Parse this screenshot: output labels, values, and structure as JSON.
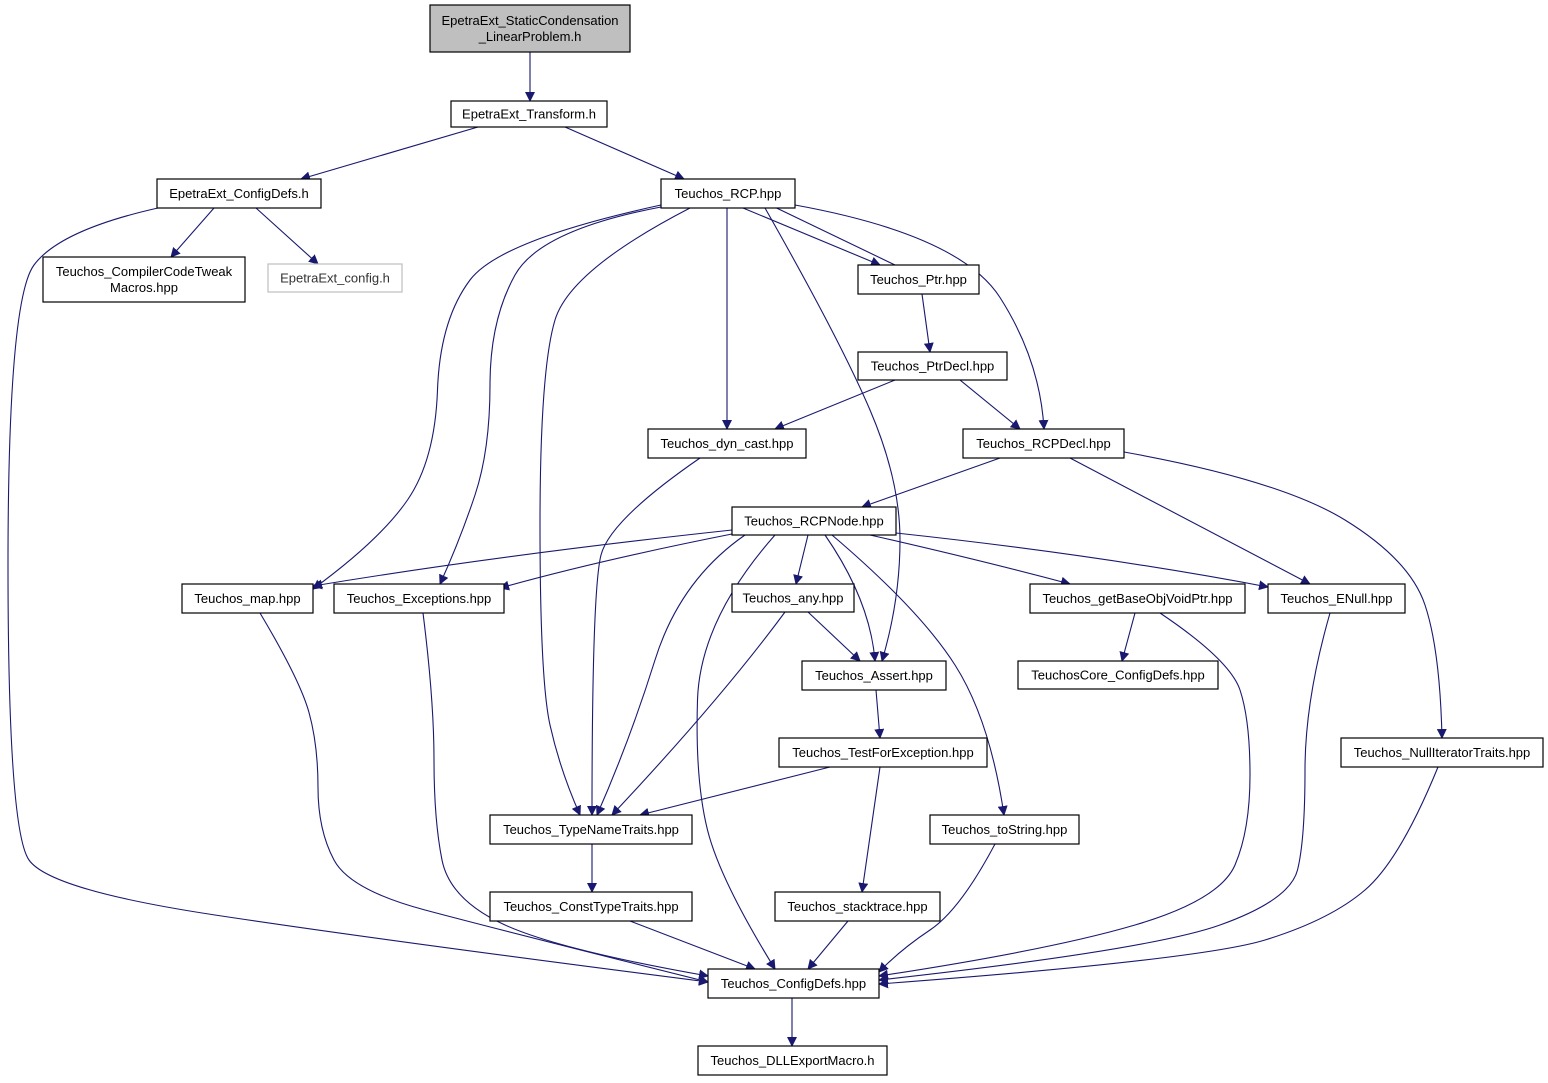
{
  "diagram": {
    "edge_color": "#191970",
    "root_fill": "#bfbfbf",
    "missing_stroke": "#bfbfbf",
    "nodes": [
      {
        "id": "root",
        "lines": [
          "EpetraExt_StaticCondensation",
          "_LinearProblem.h"
        ],
        "style": "root"
      },
      {
        "id": "transform",
        "lines": [
          "EpetraExt_Transform.h"
        ]
      },
      {
        "id": "configdefs_h",
        "lines": [
          "EpetraExt_ConfigDefs.h"
        ]
      },
      {
        "id": "rcp",
        "lines": [
          "Teuchos_RCP.hpp"
        ]
      },
      {
        "id": "compiler",
        "lines": [
          "Teuchos_CompilerCodeTweak",
          "Macros.hpp"
        ]
      },
      {
        "id": "config_h",
        "lines": [
          "EpetraExt_config.h"
        ],
        "style": "missing"
      },
      {
        "id": "ptr",
        "lines": [
          "Teuchos_Ptr.hpp"
        ]
      },
      {
        "id": "ptrdecl",
        "lines": [
          "Teuchos_PtrDecl.hpp"
        ]
      },
      {
        "id": "dyncast",
        "lines": [
          "Teuchos_dyn_cast.hpp"
        ]
      },
      {
        "id": "rcpdecl",
        "lines": [
          "Teuchos_RCPDecl.hpp"
        ]
      },
      {
        "id": "rcpnode",
        "lines": [
          "Teuchos_RCPNode.hpp"
        ]
      },
      {
        "id": "map",
        "lines": [
          "Teuchos_map.hpp"
        ]
      },
      {
        "id": "exceptions",
        "lines": [
          "Teuchos_Exceptions.hpp"
        ]
      },
      {
        "id": "any",
        "lines": [
          "Teuchos_any.hpp"
        ]
      },
      {
        "id": "getbase",
        "lines": [
          "Teuchos_getBaseObjVoidPtr.hpp"
        ]
      },
      {
        "id": "enull",
        "lines": [
          "Teuchos_ENull.hpp"
        ]
      },
      {
        "id": "assert",
        "lines": [
          "Teuchos_Assert.hpp"
        ]
      },
      {
        "id": "coreconfig",
        "lines": [
          "TeuchosCore_ConfigDefs.hpp"
        ]
      },
      {
        "id": "testfor",
        "lines": [
          "Teuchos_TestForException.hpp"
        ]
      },
      {
        "id": "nulliter",
        "lines": [
          "Teuchos_NullIteratorTraits.hpp"
        ]
      },
      {
        "id": "typename",
        "lines": [
          "Teuchos_TypeNameTraits.hpp"
        ]
      },
      {
        "id": "tostring",
        "lines": [
          "Teuchos_toString.hpp"
        ]
      },
      {
        "id": "consttype",
        "lines": [
          "Teuchos_ConstTypeTraits.hpp"
        ]
      },
      {
        "id": "stacktrace",
        "lines": [
          "Teuchos_stacktrace.hpp"
        ]
      },
      {
        "id": "configdefs_hpp",
        "lines": [
          "Teuchos_ConfigDefs.hpp"
        ]
      },
      {
        "id": "dllexport",
        "lines": [
          "Teuchos_DLLExportMacro.h"
        ]
      }
    ],
    "edges": [
      [
        "root",
        "transform"
      ],
      [
        "transform",
        "configdefs_h"
      ],
      [
        "transform",
        "rcp"
      ],
      [
        "configdefs_h",
        "compiler"
      ],
      [
        "configdefs_h",
        "config_h"
      ],
      [
        "configdefs_h",
        "configdefs_hpp"
      ],
      [
        "rcp",
        "ptr"
      ],
      [
        "ptr",
        "rcp"
      ],
      [
        "rcp",
        "dyncast"
      ],
      [
        "rcp",
        "rcpdecl"
      ],
      [
        "rcp",
        "map"
      ],
      [
        "rcp",
        "exceptions"
      ],
      [
        "rcp",
        "typename"
      ],
      [
        "rcp",
        "assert"
      ],
      [
        "ptr",
        "ptrdecl"
      ],
      [
        "ptrdecl",
        "dyncast"
      ],
      [
        "ptrdecl",
        "rcpdecl"
      ],
      [
        "dyncast",
        "typename"
      ],
      [
        "rcpdecl",
        "rcpnode"
      ],
      [
        "rcpdecl",
        "enull"
      ],
      [
        "rcpdecl",
        "nulliter"
      ],
      [
        "rcpnode",
        "map"
      ],
      [
        "rcpnode",
        "exceptions"
      ],
      [
        "rcpnode",
        "typename"
      ],
      [
        "rcpnode",
        "any"
      ],
      [
        "rcpnode",
        "assert"
      ],
      [
        "rcpnode",
        "configdefs_hpp"
      ],
      [
        "rcpnode",
        "tostring"
      ],
      [
        "rcpnode",
        "getbase"
      ],
      [
        "rcpnode",
        "enull"
      ],
      [
        "any",
        "assert"
      ],
      [
        "any",
        "typename"
      ],
      [
        "assert",
        "testfor"
      ],
      [
        "testfor",
        "typename"
      ],
      [
        "testfor",
        "stacktrace"
      ],
      [
        "getbase",
        "coreconfig"
      ],
      [
        "getbase",
        "configdefs_hpp"
      ],
      [
        "map",
        "configdefs_hpp"
      ],
      [
        "exceptions",
        "configdefs_hpp"
      ],
      [
        "enull",
        "configdefs_hpp"
      ],
      [
        "nulliter",
        "configdefs_hpp"
      ],
      [
        "typename",
        "consttype"
      ],
      [
        "consttype",
        "configdefs_hpp"
      ],
      [
        "stacktrace",
        "configdefs_hpp"
      ],
      [
        "tostring",
        "configdefs_hpp"
      ],
      [
        "configdefs_hpp",
        "dllexport"
      ]
    ]
  }
}
